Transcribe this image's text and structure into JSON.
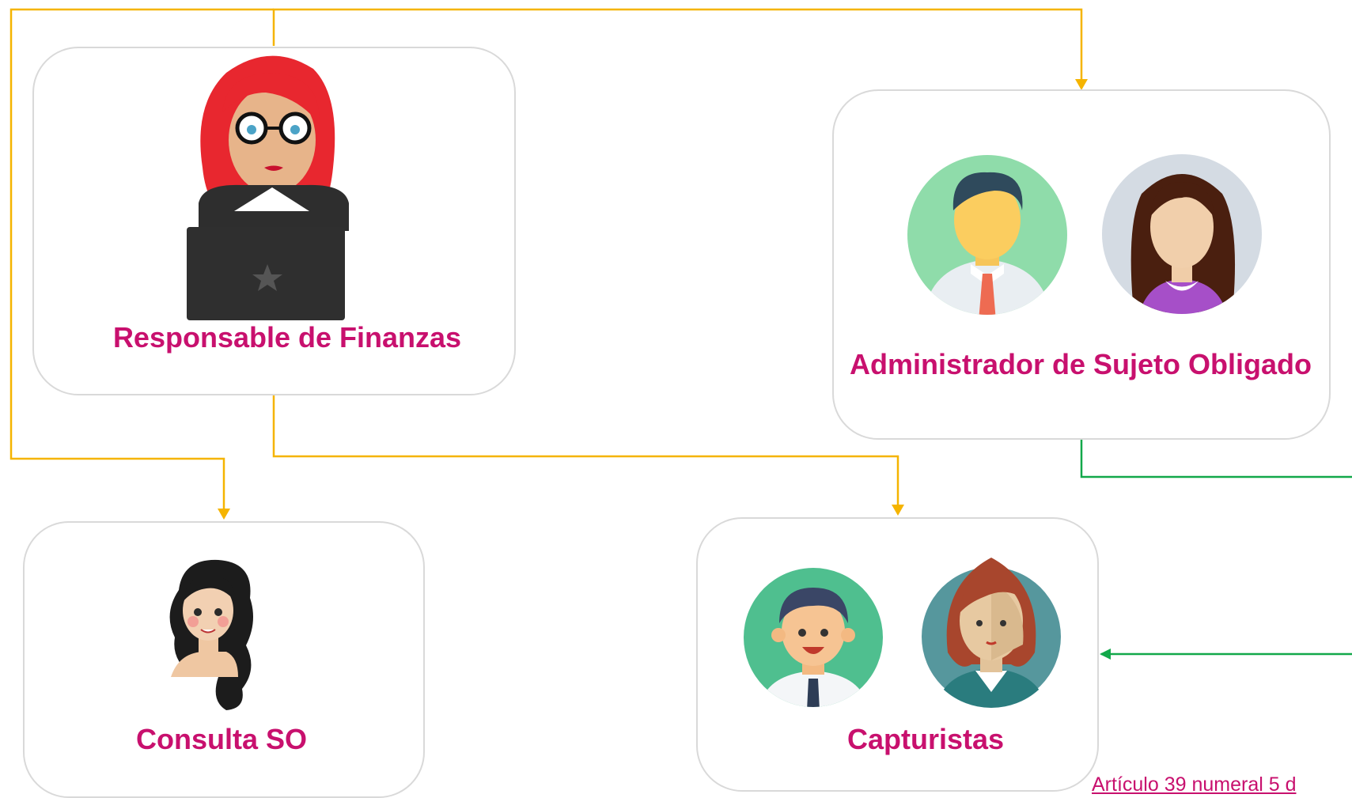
{
  "roles": {
    "finance": {
      "label": "Responsable de Finanzas"
    },
    "admin": {
      "label": "Administrador de Sujeto Obligado"
    },
    "consulta": {
      "label": "Consulta SO"
    },
    "capturistas": {
      "label": "Capturistas"
    }
  },
  "footnote": "Artículo 39 numeral 5 d",
  "colors": {
    "label": "#c8106e",
    "connector_primary": "#f5b400",
    "connector_secondary": "#12a84a",
    "box_border": "#d9d9d9"
  },
  "icons": [
    "woman-laptop-icon",
    "man-avatar-icon",
    "woman-avatar-icon",
    "woman-curly-hair-icon",
    "man-headset-icon",
    "woman-redhead-icon"
  ]
}
